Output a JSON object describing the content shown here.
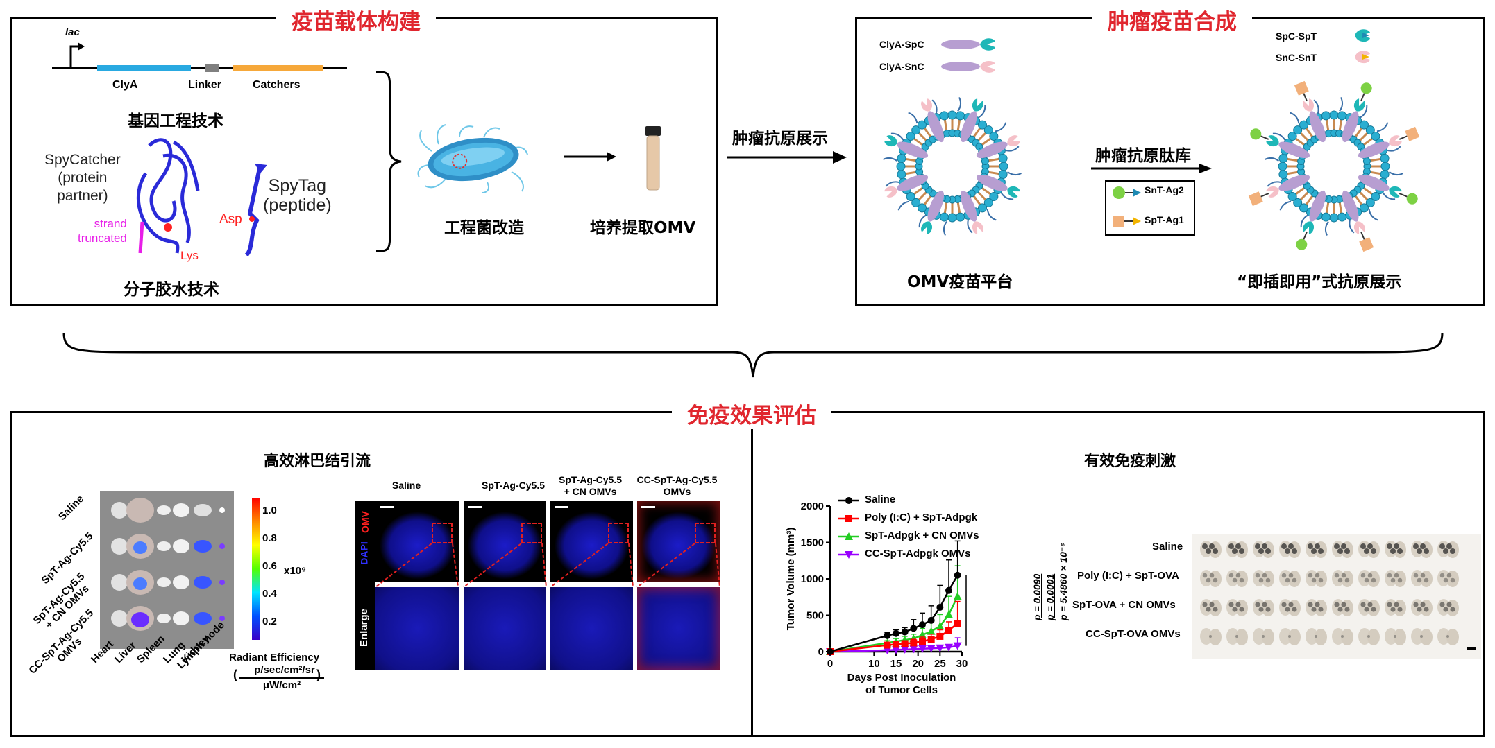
{
  "panels": {
    "vector": {
      "title": "疫苗载体构建",
      "promoter": "lac",
      "gene_segments": [
        "ClyA",
        "Linker",
        "Catchers"
      ],
      "gene_tech": "基因工程技术",
      "spycatcher": "SpyCatcher\n(protein\npartner)",
      "spytag": "SpyTag\n(peptide)",
      "strand": "strand\ntruncated",
      "asp": "Asp",
      "lys": "Lys",
      "glue_tech": "分子胶水技术",
      "bacteria_label": "工程菌改造",
      "culture_label": "培养提取OMV"
    },
    "arrow_label": "肿瘤抗原展示",
    "synthesis": {
      "title": "肿瘤疫苗合成",
      "legend_left": [
        "ClyA-SpC",
        "ClyA-SnC"
      ],
      "legend_right": [
        "SpC-SpT",
        "SnC-SnT"
      ],
      "arrow_label": "肿瘤抗原肽库",
      "library": [
        "SnT-Ag2",
        "SpT-Ag1"
      ],
      "platform_label": "OMV疫苗平台",
      "display_label": "“即插即用”式抗原展示"
    },
    "evaluation": {
      "title": "免疫效果评估",
      "lymph_title": "高效淋巴结引流",
      "immune_title": "有效免疫刺激"
    }
  },
  "ivis": {
    "row_labels": [
      "Saline",
      "SpT-Ag-Cy5.5",
      "SpT-Ag-Cy5.5\n+ CN OMVs",
      "CC-SpT-Ag-Cy5.5\nOMVs"
    ],
    "organs": [
      "Heart",
      "Liver",
      "Spleen",
      "Lung",
      "Kidney",
      "Lymph node"
    ],
    "colorbar_ticks": [
      "1.0",
      "0.8",
      "0.6",
      "0.4",
      "0.2"
    ],
    "scale_exp": "x10⁹",
    "unit_title": "Radiant Efficiency",
    "unit_num": "p/sec/cm²/sr",
    "unit_den": "μW/cm²"
  },
  "microscopy": {
    "columns": [
      "Saline",
      "SpT-Ag-Cy5.5",
      "SpT-Ag-Cy5.5\n+ CN OMVs",
      "CC-SpT-Ag-Cy5.5\nOMVs"
    ],
    "row_label_omv": "OMV",
    "row_label_dapi": "DAPI",
    "row_label_enlarge": "Enlarge"
  },
  "chart_data": {
    "type": "line",
    "xlabel": "Days Post Inoculation\nof Tumor Cells",
    "ylabel": "Tumor Volume (mm³)",
    "xlim": [
      0,
      30
    ],
    "ylim": [
      0,
      2000
    ],
    "xticks": [
      0,
      10,
      15,
      20,
      25,
      30
    ],
    "yticks": [
      0,
      500,
      1000,
      1500,
      2000
    ],
    "x": [
      0,
      13,
      15,
      17,
      19,
      21,
      23,
      25,
      27,
      29
    ],
    "series": [
      {
        "name": "Saline",
        "color": "#000000",
        "marker": "circle",
        "values": [
          0,
          220,
          250,
          270,
          320,
          370,
          430,
          610,
          840,
          1050
        ],
        "errors": [
          0,
          40,
          50,
          60,
          120,
          160,
          200,
          300,
          420,
          470
        ]
      },
      {
        "name": "Poly (I:C) + SpT-Adpgk",
        "color": "#ff0000",
        "marker": "square",
        "values": [
          0,
          90,
          100,
          110,
          120,
          140,
          170,
          210,
          290,
          390
        ],
        "errors": [
          0,
          20,
          30,
          40,
          50,
          60,
          70,
          90,
          120,
          300
        ]
      },
      {
        "name": "SpT-Adpgk + CN OMVs",
        "color": "#22cc22",
        "marker": "triangle",
        "values": [
          0,
          120,
          140,
          160,
          180,
          230,
          280,
          350,
          510,
          760
        ],
        "errors": [
          0,
          30,
          40,
          50,
          60,
          90,
          120,
          160,
          250,
          420
        ]
      },
      {
        "name": "CC-SpT-Adpgk OMVs",
        "color": "#9900ff",
        "marker": "triangle-down",
        "values": [
          0,
          20,
          25,
          30,
          35,
          40,
          45,
          50,
          60,
          80
        ],
        "errors": [
          0,
          5,
          8,
          10,
          10,
          12,
          15,
          20,
          30,
          110
        ]
      }
    ],
    "pvalues": [
      "p = 0.0090",
      "p = 0.0001",
      "p = 5.4860 × 10⁻⁶"
    ]
  },
  "lungs": {
    "row_labels": [
      "Saline",
      "Poly (I:C) + SpT-OVA",
      "SpT-OVA + CN OMVs",
      "CC-SpT-OVA OMVs"
    ]
  },
  "colors": {
    "title_red": "#e0262e",
    "clya": "#29a9e1",
    "linker": "#808080",
    "catchers": "#f6a83a"
  }
}
